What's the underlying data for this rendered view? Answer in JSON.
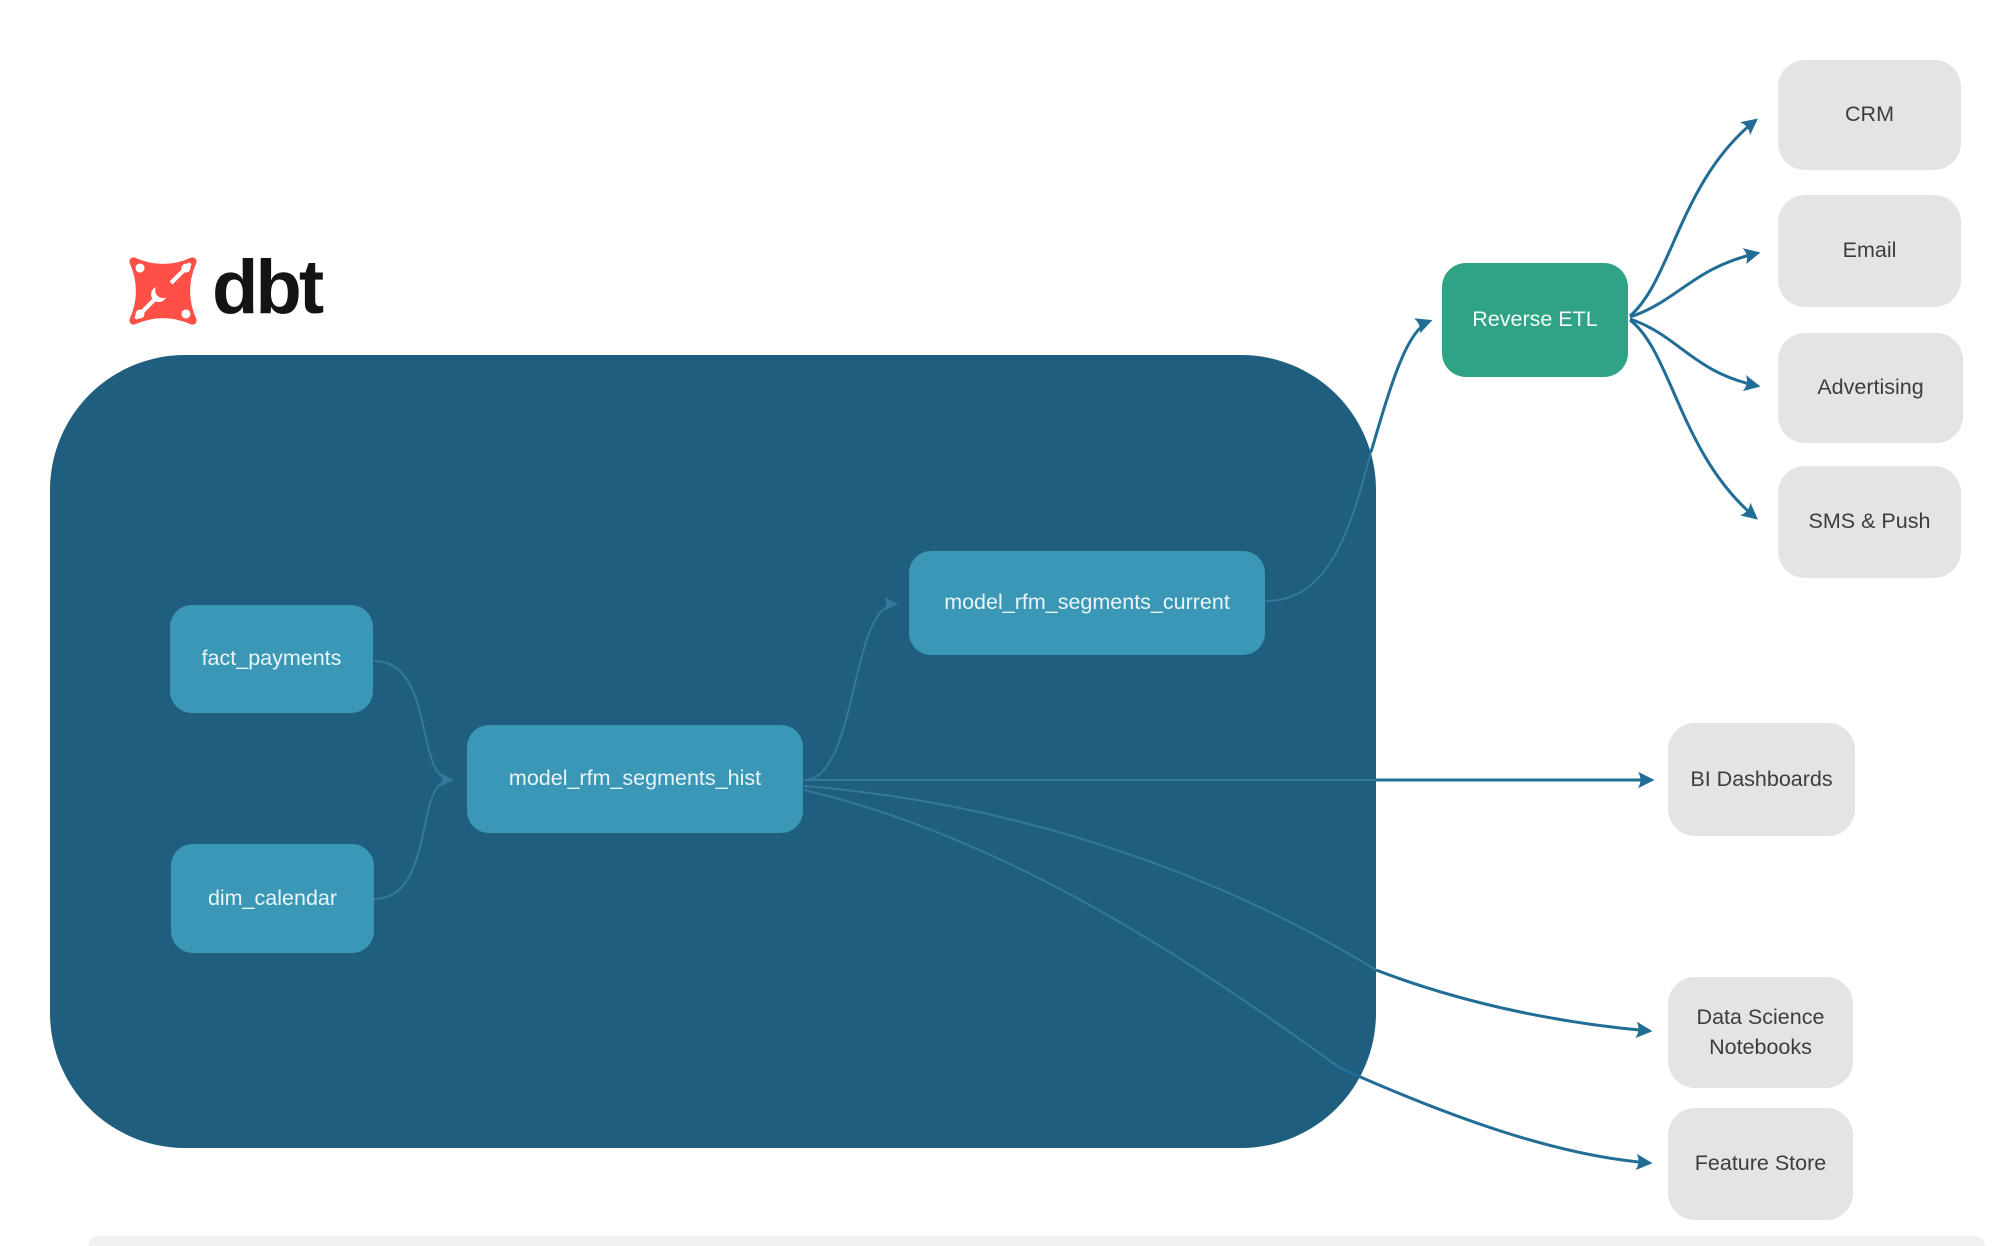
{
  "brand": {
    "name": "dbt"
  },
  "nodes": {
    "fact_payments": {
      "label": "fact_payments"
    },
    "dim_calendar": {
      "label": "dim_calendar"
    },
    "model_rfm_segments_hist": {
      "label": "model_rfm_segments_hist"
    },
    "model_rfm_segments_current": {
      "label": "model_rfm_segments_current"
    },
    "reverse_etl": {
      "label": "Reverse ETL"
    },
    "crm": {
      "label": "CRM"
    },
    "email": {
      "label": "Email"
    },
    "advertising": {
      "label": "Advertising"
    },
    "sms_push": {
      "label": "SMS & Push"
    },
    "bi_dashboards": {
      "label": "BI Dashboards"
    },
    "data_science_notebooks": {
      "label": "Data Science Notebooks"
    },
    "feature_store": {
      "label": "Feature Store"
    }
  },
  "edges": [
    {
      "from": "fact_payments",
      "to": "model_rfm_segments_hist"
    },
    {
      "from": "dim_calendar",
      "to": "model_rfm_segments_hist"
    },
    {
      "from": "model_rfm_segments_hist",
      "to": "model_rfm_segments_current"
    },
    {
      "from": "model_rfm_segments_current",
      "to": "reverse_etl"
    },
    {
      "from": "reverse_etl",
      "to": "crm"
    },
    {
      "from": "reverse_etl",
      "to": "email"
    },
    {
      "from": "reverse_etl",
      "to": "advertising"
    },
    {
      "from": "reverse_etl",
      "to": "sms_push"
    },
    {
      "from": "model_rfm_segments_hist",
      "to": "bi_dashboards"
    },
    {
      "from": "model_rfm_segments_hist",
      "to": "data_science_notebooks"
    },
    {
      "from": "model_rfm_segments_hist",
      "to": "feature_store"
    }
  ],
  "colors": {
    "container": "#1F5E7E",
    "model_node": "#3A97B5",
    "reverse_etl": "#30A286",
    "target_node": "#E4E4E4",
    "arrow": "#216D96",
    "arrow_inner": "#35789A",
    "brand_mark": "#FF5048",
    "brand_text": "#141414"
  }
}
